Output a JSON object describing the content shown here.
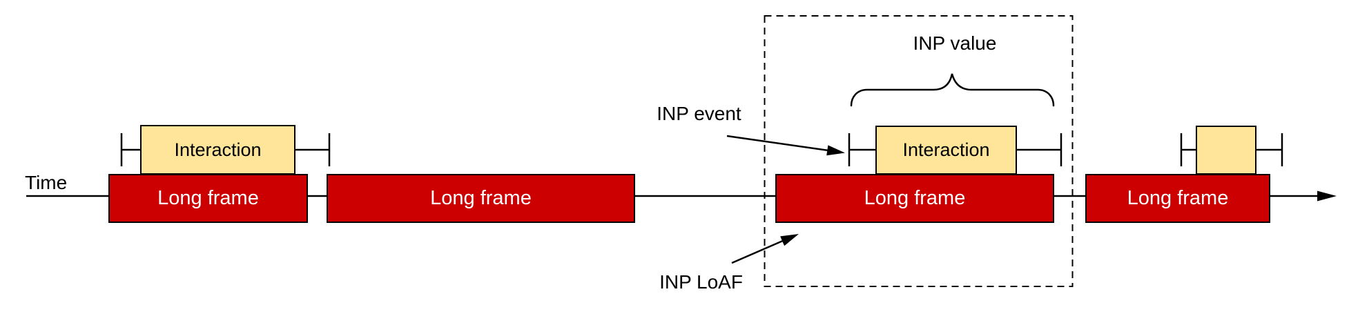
{
  "diagram": {
    "axis_label": "Time",
    "annotations": {
      "inp_event": "INP event",
      "inp_value": "INP value",
      "inp_loaf": "INP LoAF"
    },
    "long_frames": [
      {
        "label": "Long frame"
      },
      {
        "label": "Long frame"
      },
      {
        "label": "Long frame"
      },
      {
        "label": "Long frame"
      }
    ],
    "interactions": [
      {
        "label": "Interaction"
      },
      {
        "label": "Interaction"
      },
      {
        "label": ""
      }
    ],
    "colors": {
      "long_frame_fill": "#cc0000",
      "long_frame_text": "#ffffff",
      "interaction_fill": "#ffe59a",
      "stroke": "#000000",
      "background": "#ffffff"
    }
  }
}
